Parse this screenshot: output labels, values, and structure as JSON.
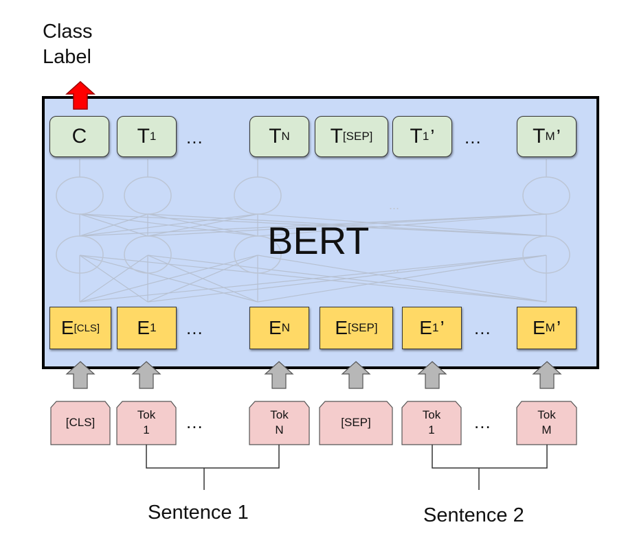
{
  "class_label": [
    "Class",
    "Label"
  ],
  "model_name": "BERT",
  "colors": {
    "bert_background": "#c9daf8",
    "output_box": "#d9ead3",
    "embedding_box": "#ffd966",
    "token_box": "#f4cccc",
    "class_arrow": "#ff0000",
    "input_arrow": "#b7b7b7"
  },
  "outputs": [
    {
      "main": "C",
      "sub": "",
      "prime": ""
    },
    {
      "main": "T",
      "sub": "1",
      "prime": ""
    },
    {
      "main": "T",
      "sub": "N",
      "prime": ""
    },
    {
      "main": "T",
      "sub": "[SEP]",
      "prime": ""
    },
    {
      "main": "T",
      "sub": "1",
      "prime": "’"
    },
    {
      "main": "T",
      "sub": "M",
      "prime": "’"
    }
  ],
  "embeddings": [
    {
      "main": "E",
      "sub": "[CLS]",
      "prime": ""
    },
    {
      "main": "E",
      "sub": "1",
      "prime": ""
    },
    {
      "main": "E",
      "sub": "N",
      "prime": ""
    },
    {
      "main": "E",
      "sub": "[SEP]",
      "prime": ""
    },
    {
      "main": "E",
      "sub": "1",
      "prime": "’"
    },
    {
      "main": "E",
      "sub": "M",
      "prime": "’"
    }
  ],
  "tokens": [
    {
      "line1": "[CLS]",
      "line2": ""
    },
    {
      "line1": "Tok",
      "line2": "1"
    },
    {
      "line1": "Tok",
      "line2": "N"
    },
    {
      "line1": "[SEP]",
      "line2": ""
    },
    {
      "line1": "Tok",
      "line2": "1"
    },
    {
      "line1": "Tok",
      "line2": "M"
    }
  ],
  "ellipsis": "...",
  "sentences": [
    "Sentence 1",
    "Sentence 2"
  ],
  "icons": [
    "class-output-arrow-icon",
    "input-arrow-icon"
  ]
}
